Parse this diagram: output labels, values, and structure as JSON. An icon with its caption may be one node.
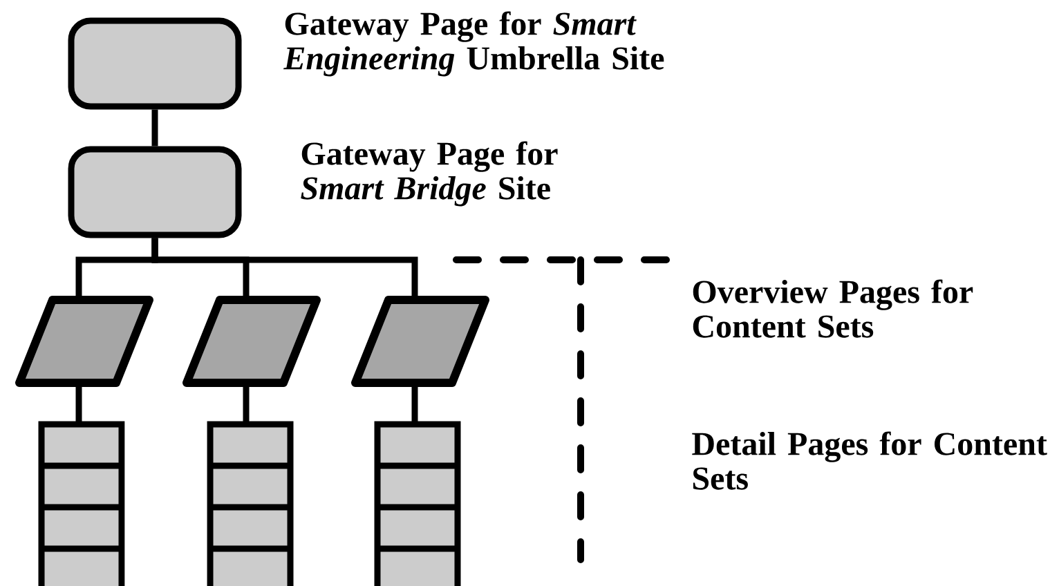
{
  "diagram": {
    "nodes": [
      {
        "text": [],
        "shape": "box",
        "beside": [
          "Gateway Page for *Smart Engineering* Umbrella Site"
        ]
      },
      {
        "text": [],
        "shape": "box",
        "beside": [
          "Gateway Page for *Smart Bridge* Site"
        ]
      },
      {
        "text": [],
        "shape": "parallelogram"
      },
      {
        "text": [],
        "shape": "parallelogram"
      },
      {
        "text": [],
        "shape": "parallelogram"
      },
      {
        "text": [],
        "shape": "stack"
      },
      {
        "text": [],
        "shape": "stack"
      },
      {
        "text": [],
        "shape": "stack"
      }
    ],
    "edges": [
      {
        "from": 0,
        "to": 1,
        "arrow": "none"
      },
      {
        "from": 1,
        "to": 2,
        "arrow": "none"
      },
      {
        "from": 1,
        "to": 3,
        "arrow": "none"
      },
      {
        "from": 1,
        "to": 4,
        "arrow": "none"
      },
      {
        "from": 2,
        "to": 5,
        "arrow": "none"
      },
      {
        "from": 3,
        "to": 6,
        "arrow": "none"
      },
      {
        "from": 4,
        "to": 7,
        "arrow": "none"
      }
    ],
    "labels": [
      "Overview Pages for Content Sets",
      "Detail Pages for Content Sets"
    ]
  }
}
